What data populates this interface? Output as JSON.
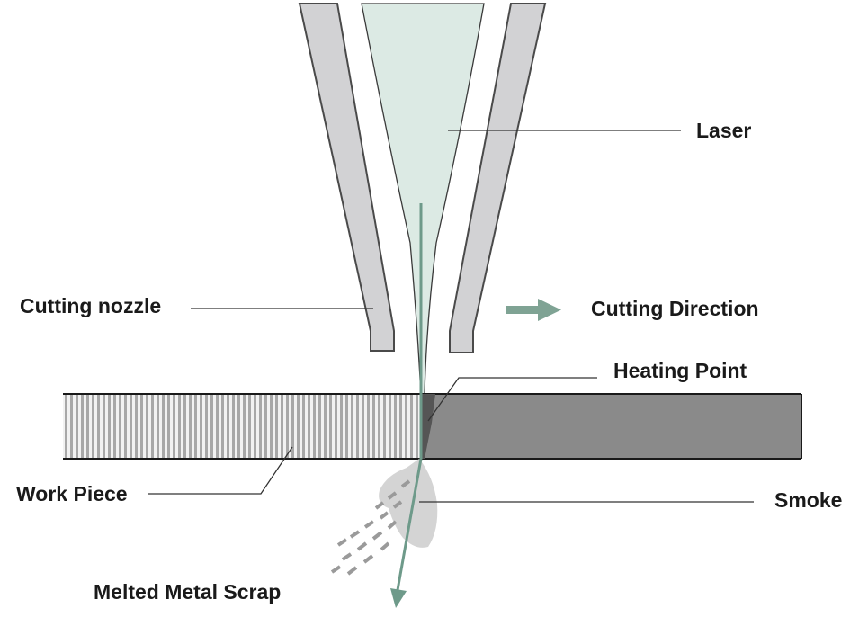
{
  "labels": {
    "laser": "Laser",
    "cutting_nozzle": "Cutting nozzle",
    "cutting_direction": "Cutting Direction",
    "heating_point": "Heating Point",
    "work_piece": "Work Piece",
    "smoke": "Smoke",
    "melted_metal_scrap": "Melted Metal Scrap"
  },
  "colors": {
    "nozzle_fill": "#d2d2d4",
    "nozzle_stroke": "#4a4a4a",
    "laser_beam": "#dceae4",
    "laser_axis": "#6e9a8a",
    "arrow": "#7fa394",
    "workpiece_uncut": "#8a8a8a",
    "workpiece_cut_stripes": "#a8a8a8",
    "leader_line": "#333333",
    "smoke": "#cfcfcf",
    "scrap": "#9a9a9a"
  }
}
